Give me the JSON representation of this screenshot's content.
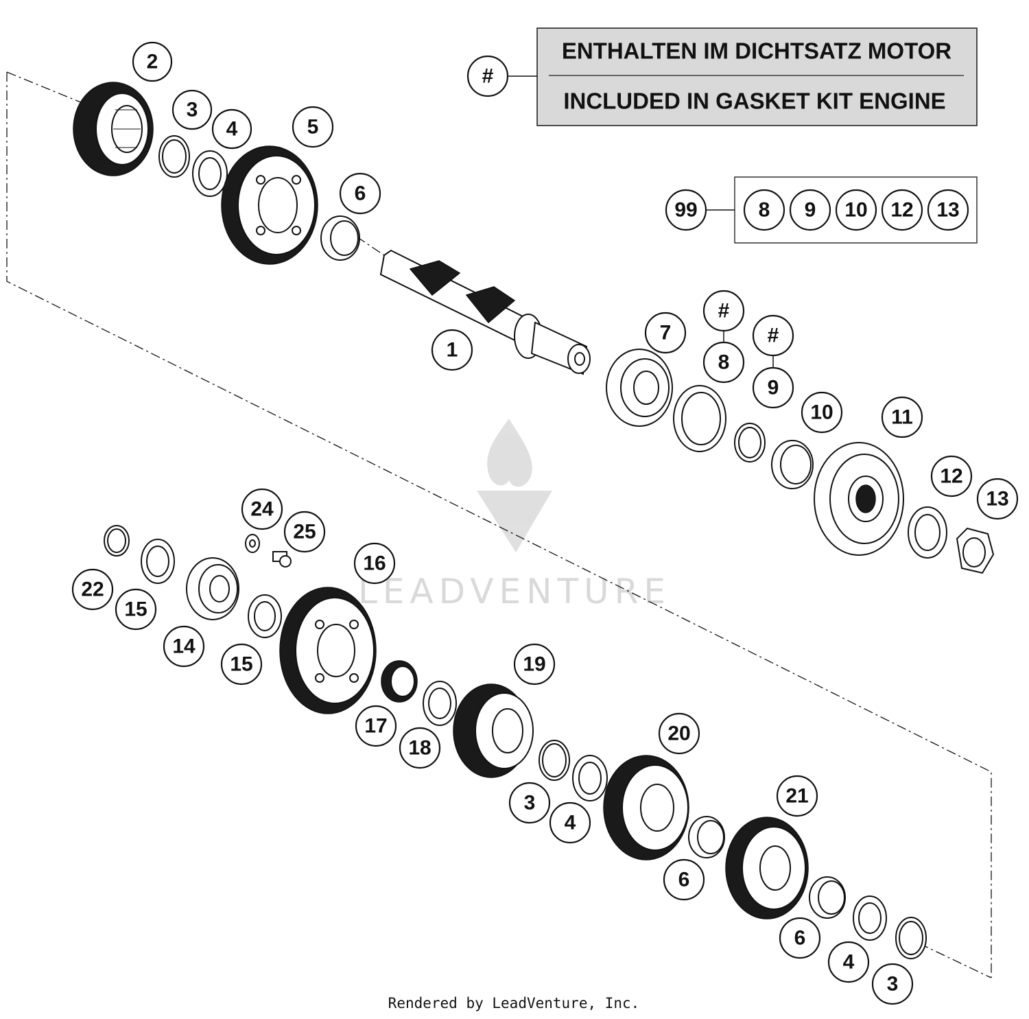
{
  "legend": {
    "symbol": "#",
    "line_de": "ENTHALTEN IM DICHTSATZ MOTOR",
    "line_en": "INCLUDED IN GASKET KIT ENGINE"
  },
  "kit": {
    "label": "99",
    "items": [
      "8",
      "9",
      "10",
      "12",
      "13"
    ]
  },
  "callouts": {
    "c1": "1",
    "c2": "2",
    "c3a": "3",
    "c4a": "4",
    "c5": "5",
    "c6a": "6",
    "c7": "7",
    "c8": "8",
    "c8hash": "#",
    "c9": "9",
    "c9hash": "#",
    "c10": "10",
    "c11": "11",
    "c12": "12",
    "c13": "13",
    "c14": "14",
    "c15a": "15",
    "c15b": "15",
    "c16": "16",
    "c17": "17",
    "c18": "18",
    "c19": "19",
    "c20": "20",
    "c21": "21",
    "c22": "22",
    "c24": "24",
    "c25": "25",
    "c3b": "3",
    "c4b": "4",
    "c6b": "6",
    "c6c": "6",
    "c4c": "4",
    "c3c": "3"
  },
  "watermark": "LEADVENTURE",
  "credit": "Rendered by LeadVenture, Inc."
}
